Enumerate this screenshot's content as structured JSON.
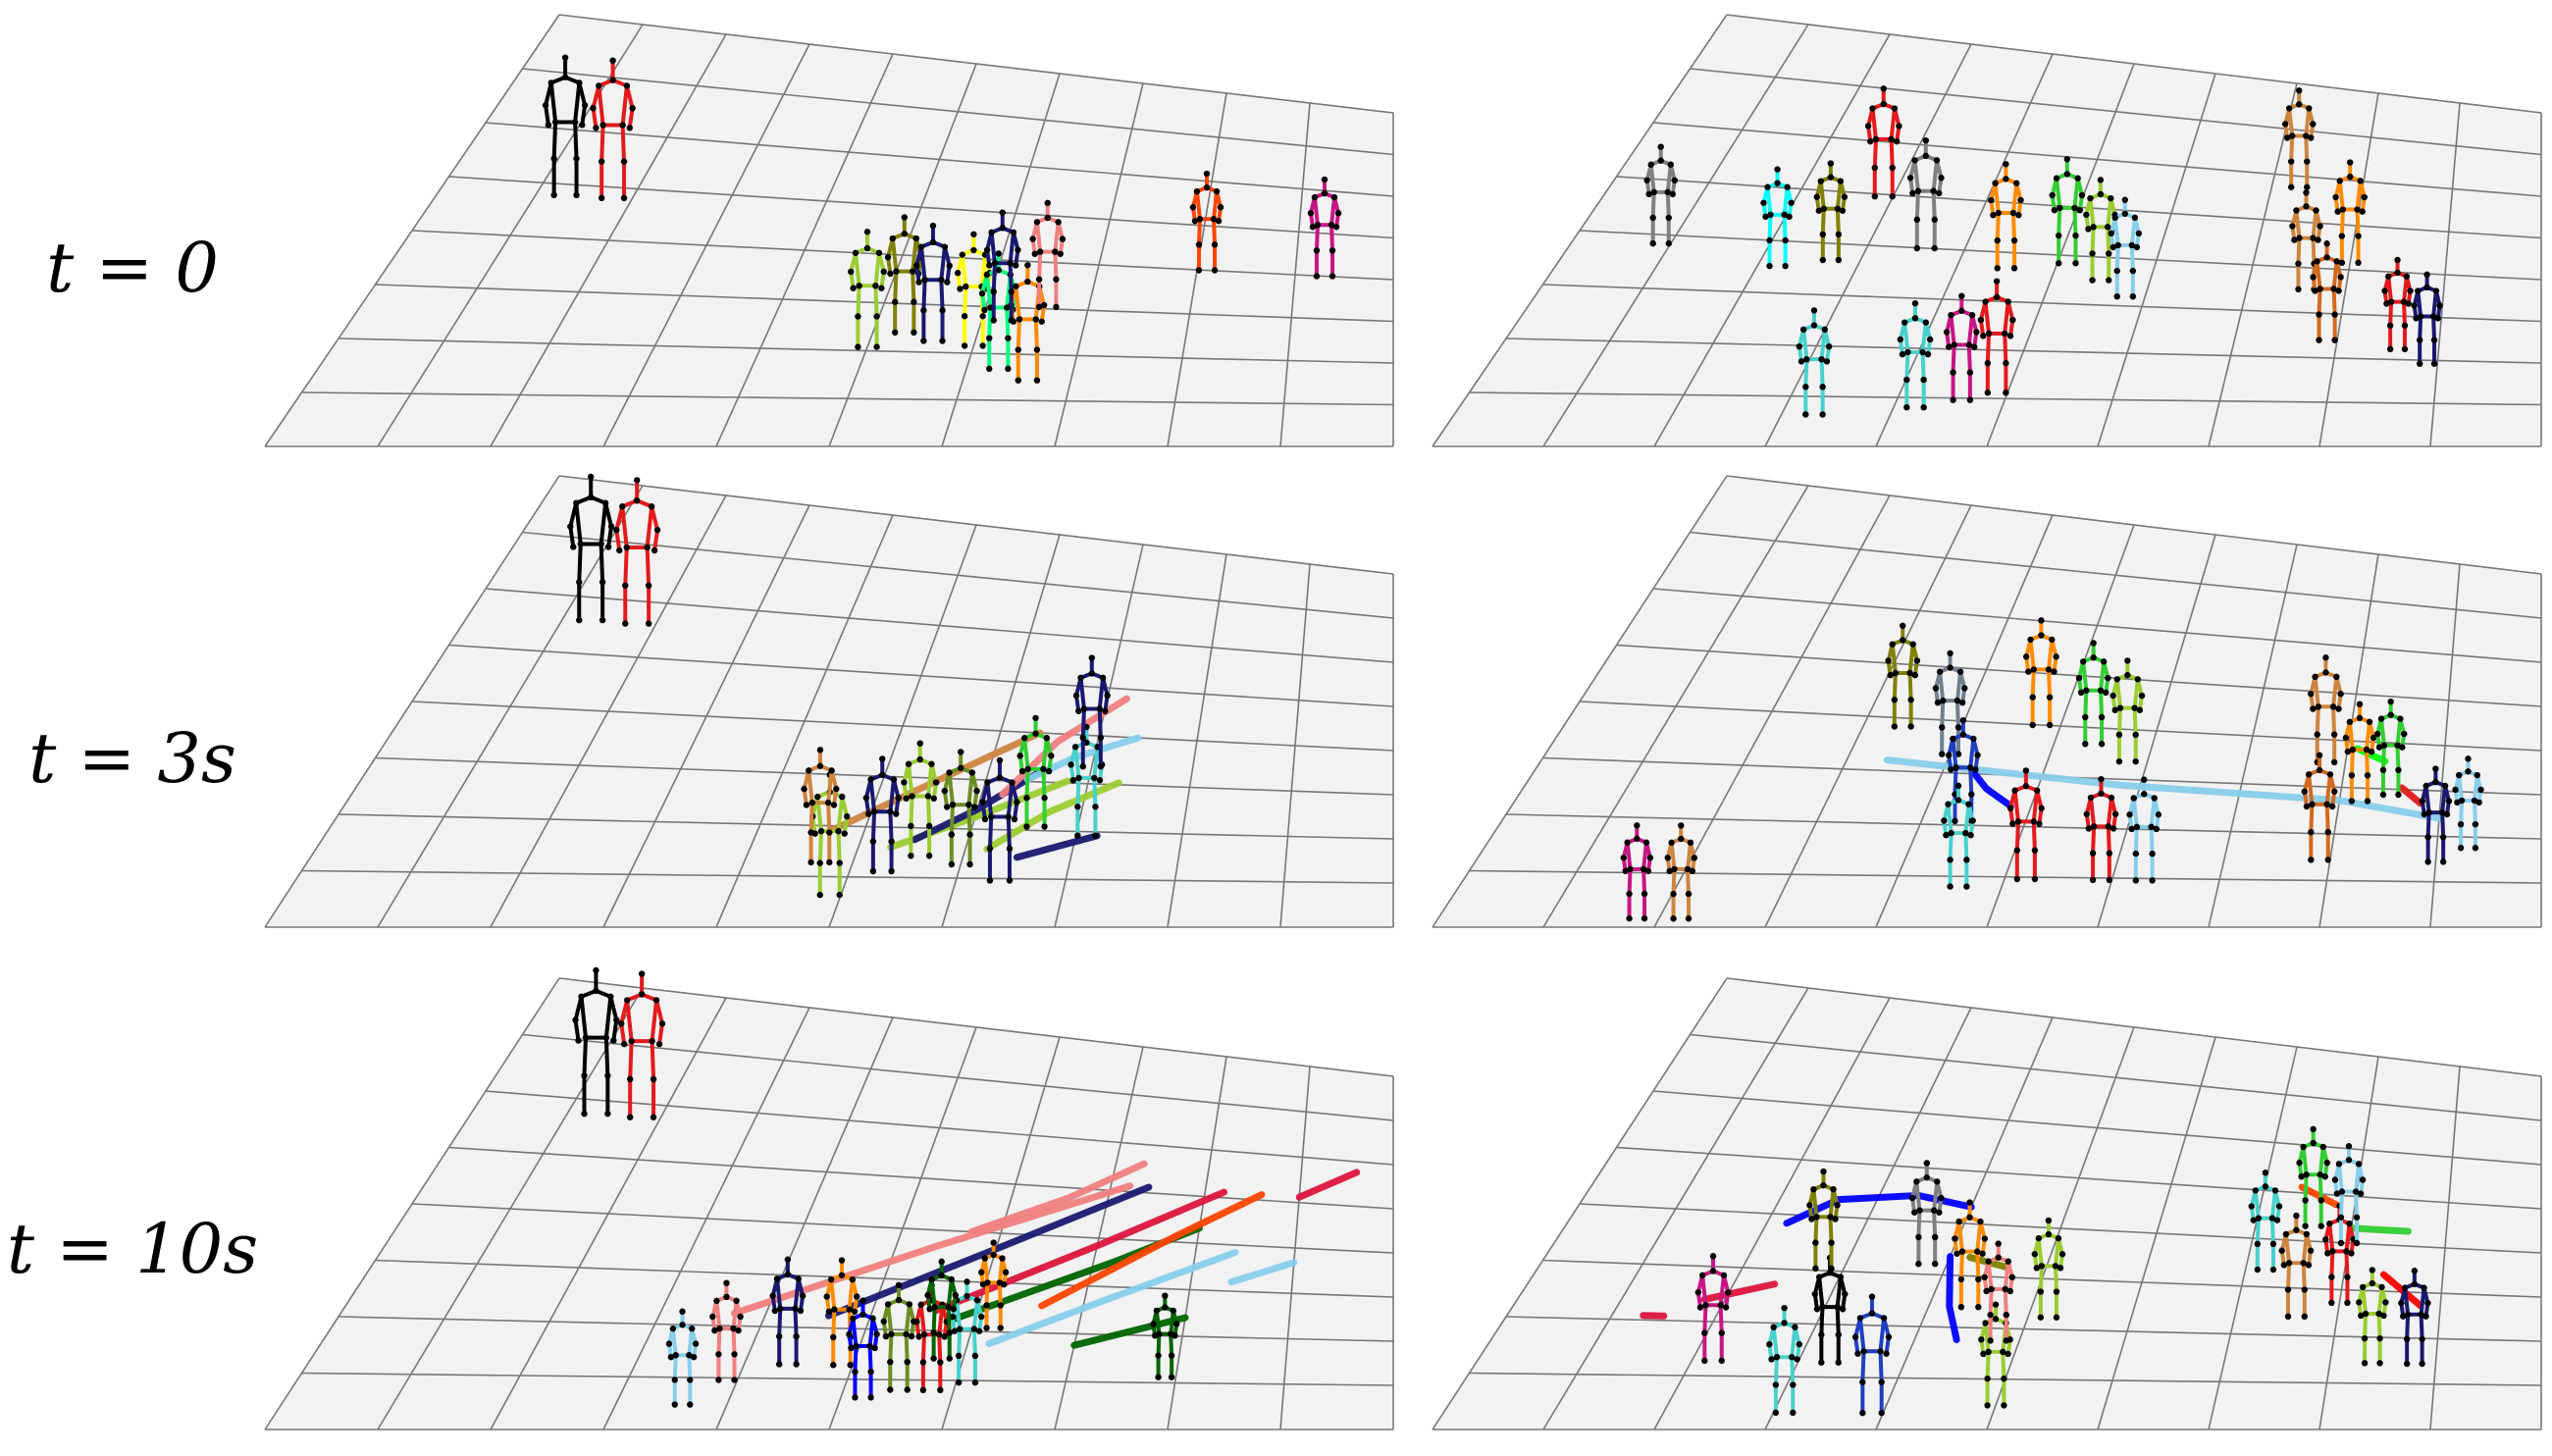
{
  "rows": [
    {
      "label": "t = 0"
    },
    {
      "label": "t = 3s"
    },
    {
      "label": "t = 10s"
    }
  ],
  "colors": {
    "floor": "#f2f2f2",
    "grid": "#777777",
    "joint": "#000000"
  },
  "panels": [
    {
      "row": 0,
      "col": 0,
      "people": [
        {
          "c": "#000000",
          "u": 0.13,
          "v": 0.4,
          "h": 0.74
        },
        {
          "c": "#e31a1c",
          "u": 0.18,
          "v": 0.4,
          "h": 0.74
        },
        {
          "c": "#9acd32",
          "u": 0.5,
          "v": 0.74,
          "h": 0.62
        },
        {
          "c": "#808000",
          "u": 0.53,
          "v": 0.7,
          "h": 0.62
        },
        {
          "c": "#191970",
          "u": 0.56,
          "v": 0.72,
          "h": 0.62
        },
        {
          "c": "#ffff00",
          "u": 0.6,
          "v": 0.73,
          "h": 0.6
        },
        {
          "c": "#00ff7f",
          "u": 0.63,
          "v": 0.79,
          "h": 0.62
        },
        {
          "c": "#ff8c00",
          "u": 0.66,
          "v": 0.82,
          "h": 0.62
        },
        {
          "c": "#f08080",
          "u": 0.66,
          "v": 0.62,
          "h": 0.56
        },
        {
          "c": "#191970",
          "u": 0.62,
          "v": 0.66,
          "h": 0.58
        },
        {
          "c": "#ff4500",
          "u": 0.81,
          "v": 0.5,
          "h": 0.52
        },
        {
          "c": "#c71585",
          "u": 0.93,
          "v": 0.5,
          "h": 0.52
        }
      ],
      "trails": []
    },
    {
      "row": 0,
      "col": 1,
      "people": [
        {
          "c": "#808080",
          "u": 0.09,
          "v": 0.52,
          "h": 0.52
        },
        {
          "c": "#00ffff",
          "u": 0.22,
          "v": 0.56,
          "h": 0.52
        },
        {
          "c": "#808000",
          "u": 0.27,
          "v": 0.54,
          "h": 0.52
        },
        {
          "c": "#e31a1c",
          "u": 0.29,
          "v": 0.38,
          "h": 0.58
        },
        {
          "c": "#808080",
          "u": 0.36,
          "v": 0.5,
          "h": 0.58
        },
        {
          "c": "#48d1cc",
          "u": 0.33,
          "v": 0.92,
          "h": 0.56
        },
        {
          "c": "#48d1cc",
          "u": 0.42,
          "v": 0.9,
          "h": 0.56
        },
        {
          "c": "#c71585",
          "u": 0.46,
          "v": 0.88,
          "h": 0.56
        },
        {
          "c": "#ff8c00",
          "u": 0.45,
          "v": 0.54,
          "h": 0.56
        },
        {
          "c": "#e31a1c",
          "u": 0.49,
          "v": 0.86,
          "h": 0.6
        },
        {
          "c": "#32cd32",
          "u": 0.51,
          "v": 0.52,
          "h": 0.56
        },
        {
          "c": "#9acd32",
          "u": 0.55,
          "v": 0.56,
          "h": 0.54
        },
        {
          "c": "#87ceeb",
          "u": 0.58,
          "v": 0.6,
          "h": 0.52
        },
        {
          "c": "#cd853f",
          "u": 0.76,
          "v": 0.56,
          "h": 0.52
        },
        {
          "c": "#d2691e",
          "u": 0.79,
          "v": 0.7,
          "h": 0.52
        },
        {
          "c": "#ff8c00",
          "u": 0.8,
          "v": 0.48,
          "h": 0.54
        },
        {
          "c": "#e31a1c",
          "u": 0.86,
          "v": 0.72,
          "h": 0.48
        },
        {
          "c": "#191970",
          "u": 0.89,
          "v": 0.76,
          "h": 0.48
        },
        {
          "c": "#cd853f",
          "u": 0.73,
          "v": 0.28,
          "h": 0.52
        }
      ],
      "trails": []
    },
    {
      "row": 1,
      "col": 0,
      "people": [
        {
          "c": "#000000",
          "u": 0.13,
          "v": 0.3,
          "h": 0.74
        },
        {
          "c": "#e31a1c",
          "u": 0.18,
          "v": 0.3,
          "h": 0.74
        },
        {
          "c": "#9acd32",
          "u": 0.49,
          "v": 0.92,
          "h": 0.62
        },
        {
          "c": "#cd853f",
          "u": 0.47,
          "v": 0.84,
          "h": 0.58
        },
        {
          "c": "#191970",
          "u": 0.53,
          "v": 0.86,
          "h": 0.58
        },
        {
          "c": "#9acd32",
          "u": 0.56,
          "v": 0.82,
          "h": 0.58
        },
        {
          "c": "#6b8e23",
          "u": 0.6,
          "v": 0.84,
          "h": 0.58
        },
        {
          "c": "#191970",
          "u": 0.64,
          "v": 0.88,
          "h": 0.62
        },
        {
          "c": "#32cd32",
          "u": 0.66,
          "v": 0.74,
          "h": 0.56
        },
        {
          "c": "#48d1cc",
          "u": 0.71,
          "v": 0.76,
          "h": 0.56
        },
        {
          "c": "#191970",
          "u": 0.7,
          "v": 0.58,
          "h": 0.56
        }
      ],
      "trails": [
        {
          "c": "#cd853f",
          "pts": [
            [
              0.47,
              0.76
            ],
            [
              0.56,
              0.62
            ],
            [
              0.64,
              0.5
            ]
          ]
        },
        {
          "c": "#9acd32",
          "pts": [
            [
              0.53,
              0.8
            ],
            [
              0.6,
              0.72
            ],
            [
              0.68,
              0.62
            ]
          ]
        },
        {
          "c": "#191970",
          "pts": [
            [
              0.55,
              0.78
            ],
            [
              0.6,
              0.7
            ],
            [
              0.65,
              0.6
            ]
          ]
        },
        {
          "c": "#f08080",
          "pts": [
            [
              0.62,
              0.66
            ],
            [
              0.66,
              0.52
            ],
            [
              0.72,
              0.4
            ]
          ]
        },
        {
          "c": "#87ceeb",
          "pts": [
            [
              0.64,
              0.62
            ],
            [
              0.68,
              0.56
            ],
            [
              0.74,
              0.5
            ]
          ]
        },
        {
          "c": "#9acd32",
          "pts": [
            [
              0.62,
              0.8
            ],
            [
              0.67,
              0.7
            ],
            [
              0.73,
              0.62
            ]
          ]
        },
        {
          "c": "#191970",
          "pts": [
            [
              0.65,
              0.82
            ],
            [
              0.72,
              0.76
            ]
          ]
        }
      ]
    },
    {
      "row": 1,
      "col": 1,
      "people": [
        {
          "c": "#c71585",
          "u": 0.18,
          "v": 0.98,
          "h": 0.48
        },
        {
          "c": "#cd853f",
          "u": 0.22,
          "v": 0.98,
          "h": 0.48
        },
        {
          "c": "#808000",
          "u": 0.34,
          "v": 0.52,
          "h": 0.52
        },
        {
          "c": "#708090",
          "u": 0.4,
          "v": 0.58,
          "h": 0.52
        },
        {
          "c": "#1f3fbf",
          "u": 0.44,
          "v": 0.74,
          "h": 0.52
        },
        {
          "c": "#48d1cc",
          "u": 0.46,
          "v": 0.9,
          "h": 0.52
        },
        {
          "c": "#ff8c00",
          "u": 0.48,
          "v": 0.5,
          "h": 0.54
        },
        {
          "c": "#e31a1c",
          "u": 0.52,
          "v": 0.88,
          "h": 0.56
        },
        {
          "c": "#32cd32",
          "u": 0.54,
          "v": 0.54,
          "h": 0.52
        },
        {
          "c": "#9acd32",
          "u": 0.58,
          "v": 0.58,
          "h": 0.52
        },
        {
          "c": "#e31a1c",
          "u": 0.59,
          "v": 0.88,
          "h": 0.52
        },
        {
          "c": "#87ceeb",
          "u": 0.63,
          "v": 0.88,
          "h": 0.52
        },
        {
          "c": "#cd853f",
          "u": 0.78,
          "v": 0.56,
          "h": 0.54
        },
        {
          "c": "#d2691e",
          "u": 0.79,
          "v": 0.82,
          "h": 0.54
        },
        {
          "c": "#ff8c00",
          "u": 0.82,
          "v": 0.66,
          "h": 0.5
        },
        {
          "c": "#32cd32",
          "u": 0.85,
          "v": 0.64,
          "h": 0.48
        },
        {
          "c": "#191970",
          "u": 0.9,
          "v": 0.82,
          "h": 0.48
        },
        {
          "c": "#87ceeb",
          "u": 0.93,
          "v": 0.78,
          "h": 0.46
        }
      ],
      "trails": [
        {
          "c": "#87ceeb",
          "pts": [
            [
              0.34,
              0.6
            ],
            [
              0.58,
              0.64
            ],
            [
              0.8,
              0.66
            ],
            [
              0.9,
              0.7
            ]
          ]
        },
        {
          "c": "#0000ff",
          "pts": [
            [
              0.43,
              0.62
            ],
            [
              0.45,
              0.66
            ],
            [
              0.48,
              0.7
            ]
          ]
        },
        {
          "c": "#e31a1c",
          "pts": [
            [
              0.86,
              0.62
            ],
            [
              0.88,
              0.66
            ]
          ]
        },
        {
          "c": "#00ff00",
          "pts": [
            [
              0.81,
              0.52
            ],
            [
              0.84,
              0.55
            ]
          ]
        }
      ]
    },
    {
      "row": 2,
      "col": 0,
      "people": [
        {
          "c": "#000000",
          "u": 0.13,
          "v": 0.28,
          "h": 0.74
        },
        {
          "c": "#e31a1c",
          "u": 0.18,
          "v": 0.28,
          "h": 0.74
        },
        {
          "c": "#87ceeb",
          "u": 0.36,
          "v": 0.94,
          "h": 0.48
        },
        {
          "c": "#f08080",
          "u": 0.39,
          "v": 0.88,
          "h": 0.5
        },
        {
          "c": "#191970",
          "u": 0.44,
          "v": 0.84,
          "h": 0.54
        },
        {
          "c": "#ff8c00",
          "u": 0.49,
          "v": 0.84,
          "h": 0.54
        },
        {
          "c": "#0000ff",
          "u": 0.52,
          "v": 0.92,
          "h": 0.5
        },
        {
          "c": "#6b8e23",
          "u": 0.55,
          "v": 0.9,
          "h": 0.54
        },
        {
          "c": "#e31a1c",
          "u": 0.58,
          "v": 0.9,
          "h": 0.54
        },
        {
          "c": "#48d1cc",
          "u": 0.61,
          "v": 0.88,
          "h": 0.52
        },
        {
          "c": "#006400",
          "u": 0.58,
          "v": 0.82,
          "h": 0.5
        },
        {
          "c": "#ff8c00",
          "u": 0.62,
          "v": 0.74,
          "h": 0.44
        },
        {
          "c": "#006400",
          "u": 0.79,
          "v": 0.86,
          "h": 0.42
        }
      ],
      "trails": [
        {
          "c": "#f08080",
          "pts": [
            [
              0.37,
              0.72
            ],
            [
              0.54,
              0.54
            ],
            [
              0.72,
              0.36
            ]
          ]
        },
        {
          "c": "#f08080",
          "pts": [
            [
              0.57,
              0.5
            ],
            [
              0.66,
              0.4
            ],
            [
              0.73,
              0.3
            ]
          ]
        },
        {
          "c": "#191970",
          "pts": [
            [
              0.46,
              0.72
            ],
            [
              0.6,
              0.54
            ],
            [
              0.74,
              0.36
            ]
          ]
        },
        {
          "c": "#dc143c",
          "pts": [
            [
              0.56,
              0.7
            ],
            [
              0.7,
              0.52
            ],
            [
              0.82,
              0.36
            ]
          ]
        },
        {
          "c": "#006400",
          "pts": [
            [
              0.58,
              0.72
            ],
            [
              0.72,
              0.56
            ],
            [
              0.8,
              0.46
            ]
          ]
        },
        {
          "c": "#87ceeb",
          "pts": [
            [
              0.62,
              0.78
            ],
            [
              0.72,
              0.66
            ],
            [
              0.84,
              0.52
            ]
          ]
        },
        {
          "c": "#ff4500",
          "pts": [
            [
              0.66,
              0.68
            ],
            [
              0.78,
              0.48
            ],
            [
              0.86,
              0.36
            ]
          ]
        },
        {
          "c": "#dc143c",
          "pts": [
            [
              0.9,
              0.36
            ],
            [
              0.96,
              0.28
            ]
          ]
        },
        {
          "c": "#006400",
          "pts": [
            [
              0.7,
              0.78
            ],
            [
              0.8,
              0.7
            ]
          ]
        },
        {
          "c": "#87ceeb",
          "pts": [
            [
              0.84,
              0.6
            ],
            [
              0.9,
              0.54
            ]
          ]
        }
      ]
    },
    {
      "row": 2,
      "col": 1,
      "people": [
        {
          "c": "#c71585",
          "u": 0.22,
          "v": 0.84,
          "h": 0.54
        },
        {
          "c": "#48d1cc",
          "u": 0.31,
          "v": 0.96,
          "h": 0.54
        },
        {
          "c": "#000000",
          "u": 0.33,
          "v": 0.84,
          "h": 0.54
        },
        {
          "c": "#1f3fbf",
          "u": 0.39,
          "v": 0.96,
          "h": 0.6
        },
        {
          "c": "#808000",
          "u": 0.28,
          "v": 0.62,
          "h": 0.5
        },
        {
          "c": "#808080",
          "u": 0.38,
          "v": 0.6,
          "h": 0.52
        },
        {
          "c": "#ff8c00",
          "u": 0.44,
          "v": 0.7,
          "h": 0.54
        },
        {
          "c": "#9acd32",
          "u": 0.5,
          "v": 0.94,
          "h": 0.52
        },
        {
          "c": "#f08080",
          "u": 0.48,
          "v": 0.78,
          "h": 0.5
        },
        {
          "c": "#9acd32",
          "u": 0.52,
          "v": 0.72,
          "h": 0.5
        },
        {
          "c": "#48d1cc",
          "u": 0.72,
          "v": 0.58,
          "h": 0.5
        },
        {
          "c": "#cd853f",
          "u": 0.76,
          "v": 0.7,
          "h": 0.52
        },
        {
          "c": "#e31a1c",
          "u": 0.8,
          "v": 0.66,
          "h": 0.5
        },
        {
          "c": "#9acd32",
          "u": 0.84,
          "v": 0.82,
          "h": 0.48
        },
        {
          "c": "#191970",
          "u": 0.88,
          "v": 0.82,
          "h": 0.48
        },
        {
          "c": "#87ceeb",
          "u": 0.8,
          "v": 0.5,
          "h": 0.5
        },
        {
          "c": "#32cd32",
          "u": 0.76,
          "v": 0.46,
          "h": 0.5
        }
      ],
      "trails": [
        {
          "c": "#0000ff",
          "pts": [
            [
              0.22,
              0.52
            ],
            [
              0.26,
              0.46
            ],
            [
              0.34,
              0.44
            ],
            [
              0.4,
              0.46
            ]
          ]
        },
        {
          "c": "#0000ff",
          "pts": [
            [
              0.4,
              0.58
            ],
            [
              0.42,
              0.7
            ],
            [
              0.44,
              0.78
            ]
          ]
        },
        {
          "c": "#dc143c",
          "pts": [
            [
              0.18,
              0.7
            ],
            [
              0.24,
              0.66
            ]
          ]
        },
        {
          "c": "#dc143c",
          "pts": [
            [
              0.13,
              0.74
            ],
            [
              0.15,
              0.74
            ]
          ]
        },
        {
          "c": "#32cd32",
          "pts": [
            [
              0.8,
              0.46
            ],
            [
              0.86,
              0.46
            ]
          ]
        },
        {
          "c": "#ff0000",
          "pts": [
            [
              0.84,
              0.58
            ],
            [
              0.88,
              0.66
            ]
          ]
        },
        {
          "c": "#ff4500",
          "pts": [
            [
              0.74,
              0.36
            ],
            [
              0.78,
              0.4
            ]
          ]
        },
        {
          "c": "#808000",
          "pts": [
            [
              0.42,
              0.58
            ],
            [
              0.46,
              0.6
            ]
          ]
        }
      ]
    }
  ]
}
